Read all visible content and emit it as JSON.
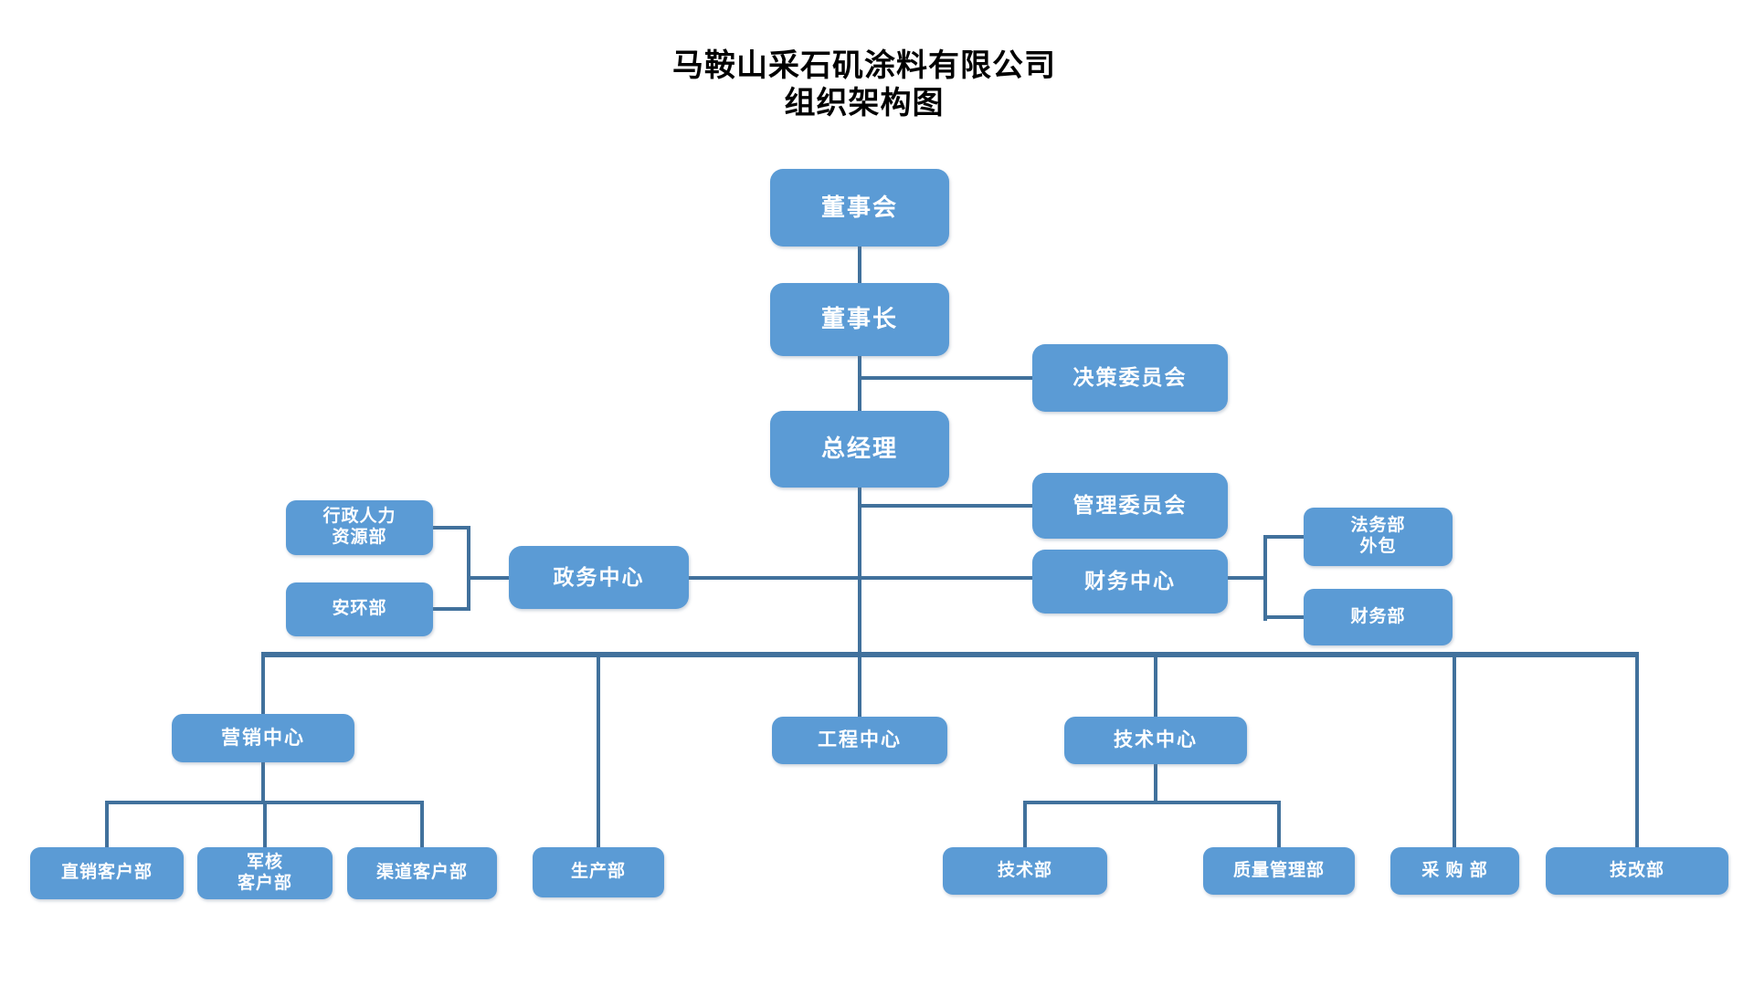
{
  "page": {
    "title_line1": "马鞍山采石矶涂料有限公司",
    "title_line2": "组织架构图"
  },
  "colors": {
    "node_fill": "#5B9BD5",
    "node_text": "#FFFFFF",
    "connector": "#41719C",
    "title_text": "#000000",
    "background": "#FFFFFF"
  },
  "nodes": {
    "board": {
      "label": "董事会"
    },
    "chairman": {
      "label": "董事长"
    },
    "decision_committee": {
      "label": "决策委员会"
    },
    "general_manager": {
      "label": "总经理"
    },
    "management_committee": {
      "label": "管理委员会"
    },
    "finance_center": {
      "label": "财务中心"
    },
    "legal_outsourced": {
      "label": "法务部\n外包"
    },
    "finance_dept": {
      "label": "财务部"
    },
    "admin_hr": {
      "label": "行政人力\n资源部"
    },
    "safety_env": {
      "label": "安环部"
    },
    "gov_affairs_center": {
      "label": "政务中心"
    },
    "marketing_center": {
      "label": "营销中心"
    },
    "engineering_center": {
      "label": "工程中心"
    },
    "technology_center": {
      "label": "技术中心"
    },
    "direct_sales": {
      "label": "直销客户部"
    },
    "junhe_customers": {
      "label": "军核\n客户部"
    },
    "channel_customers": {
      "label": "渠道客户部"
    },
    "production": {
      "label": "生产部"
    },
    "technology_dept": {
      "label": "技术部"
    },
    "quality_mgmt": {
      "label": "质量管理部"
    },
    "procurement": {
      "label": "采 购 部"
    },
    "tech_reform": {
      "label": "技改部"
    }
  }
}
